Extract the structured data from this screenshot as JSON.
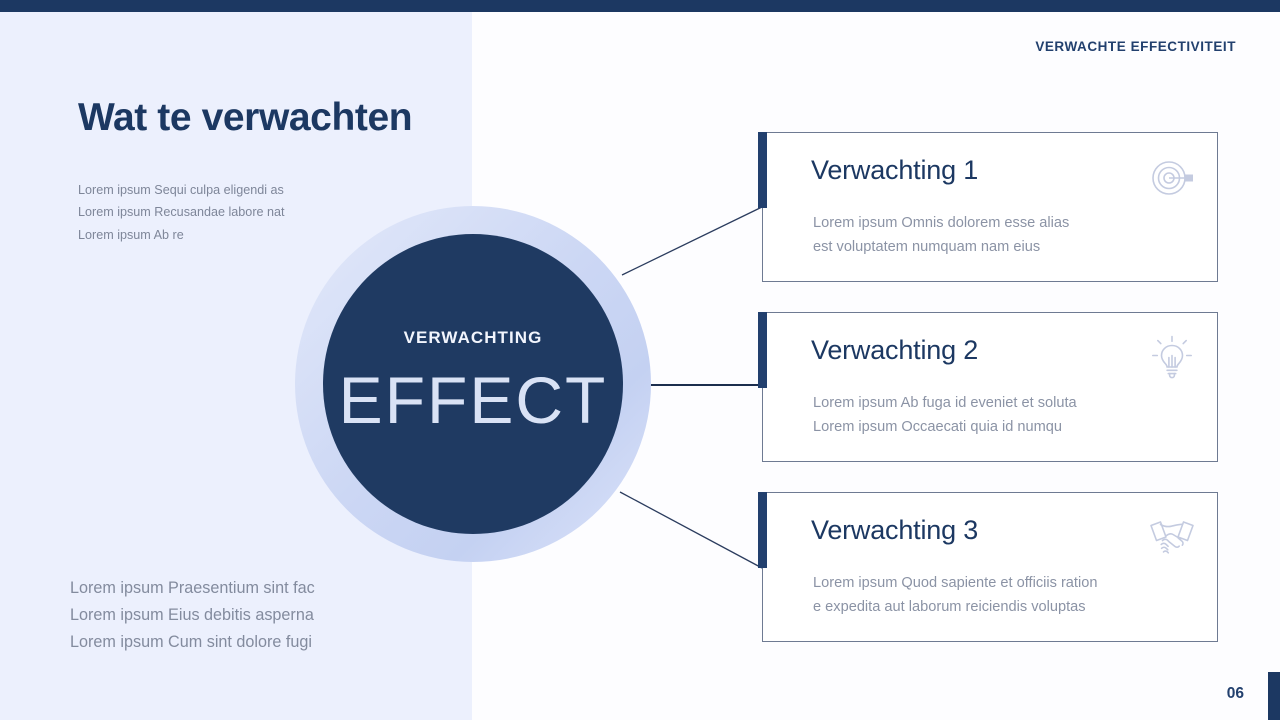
{
  "slide": {
    "eyebrow": "VERWACHTE EFFECTIVITEIT",
    "title": "Wat te verwachten",
    "page_number": "06"
  },
  "intro_text": {
    "line1": "Lorem ipsum Sequi culpa eligendi as",
    "line2": "Lorem ipsum Recusandae labore nat",
    "line3": "Lorem ipsum Ab re"
  },
  "footer_text": {
    "line1": "Lorem ipsum Praesentium sint fac",
    "line2": "Lorem ipsum Eius debitis asperna",
    "line3": "Lorem ipsum Cum sint dolore fugi"
  },
  "circle": {
    "label": "VERWACHTING",
    "word": "EFFECT"
  },
  "cards": [
    {
      "title": "Verwachting 1",
      "body_line1": "Lorem ipsum Omnis dolorem esse alias",
      "body_line2": "est voluptatem numquam nam eius",
      "icon": "target-icon"
    },
    {
      "title": "Verwachting 2",
      "body_line1": "Lorem ipsum Ab fuga id eveniet et soluta",
      "body_line2": "Lorem ipsum Occaecati quia id numqu",
      "icon": "lightbulb-icon"
    },
    {
      "title": "Verwachting 3",
      "body_line1": "Lorem ipsum Quod sapiente et officiis ration",
      "body_line2": "e expedita aut laborum reiciendis voluptas",
      "icon": "handshake-icon"
    }
  ],
  "colors": {
    "navy": "#1c3862",
    "accent_navy": "#22406e",
    "left_panel": "#ecf0fd",
    "ring_light": "#ccd7f4",
    "circle_core": "#1f3a62",
    "body_gray": "#8b93a5",
    "icon_gray": "#c4cbe0"
  }
}
